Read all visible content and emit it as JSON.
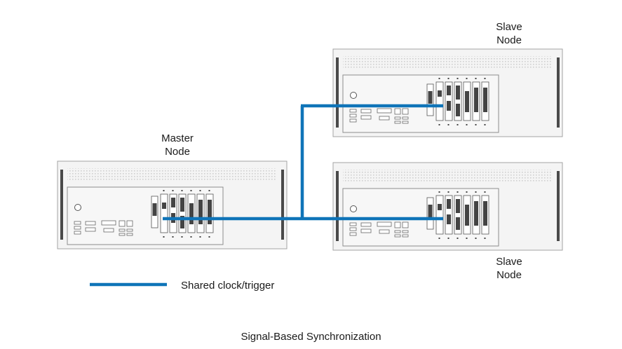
{
  "nodes": {
    "master": {
      "line1": "Master",
      "line2": "Node"
    },
    "slave_top": {
      "line1": "Slave",
      "line2": "Node"
    },
    "slave_bottom": {
      "line1": "Slave",
      "line2": "Node"
    }
  },
  "legend": {
    "label": "Shared clock/trigger",
    "line_color": "#0f74b8"
  },
  "caption": "Signal-Based Synchronization",
  "colors": {
    "chassis_fill": "#f3f3f3",
    "chassis_stroke": "#9a9a9a",
    "handle": "#4a4a4a",
    "link": "#0f74b8"
  }
}
